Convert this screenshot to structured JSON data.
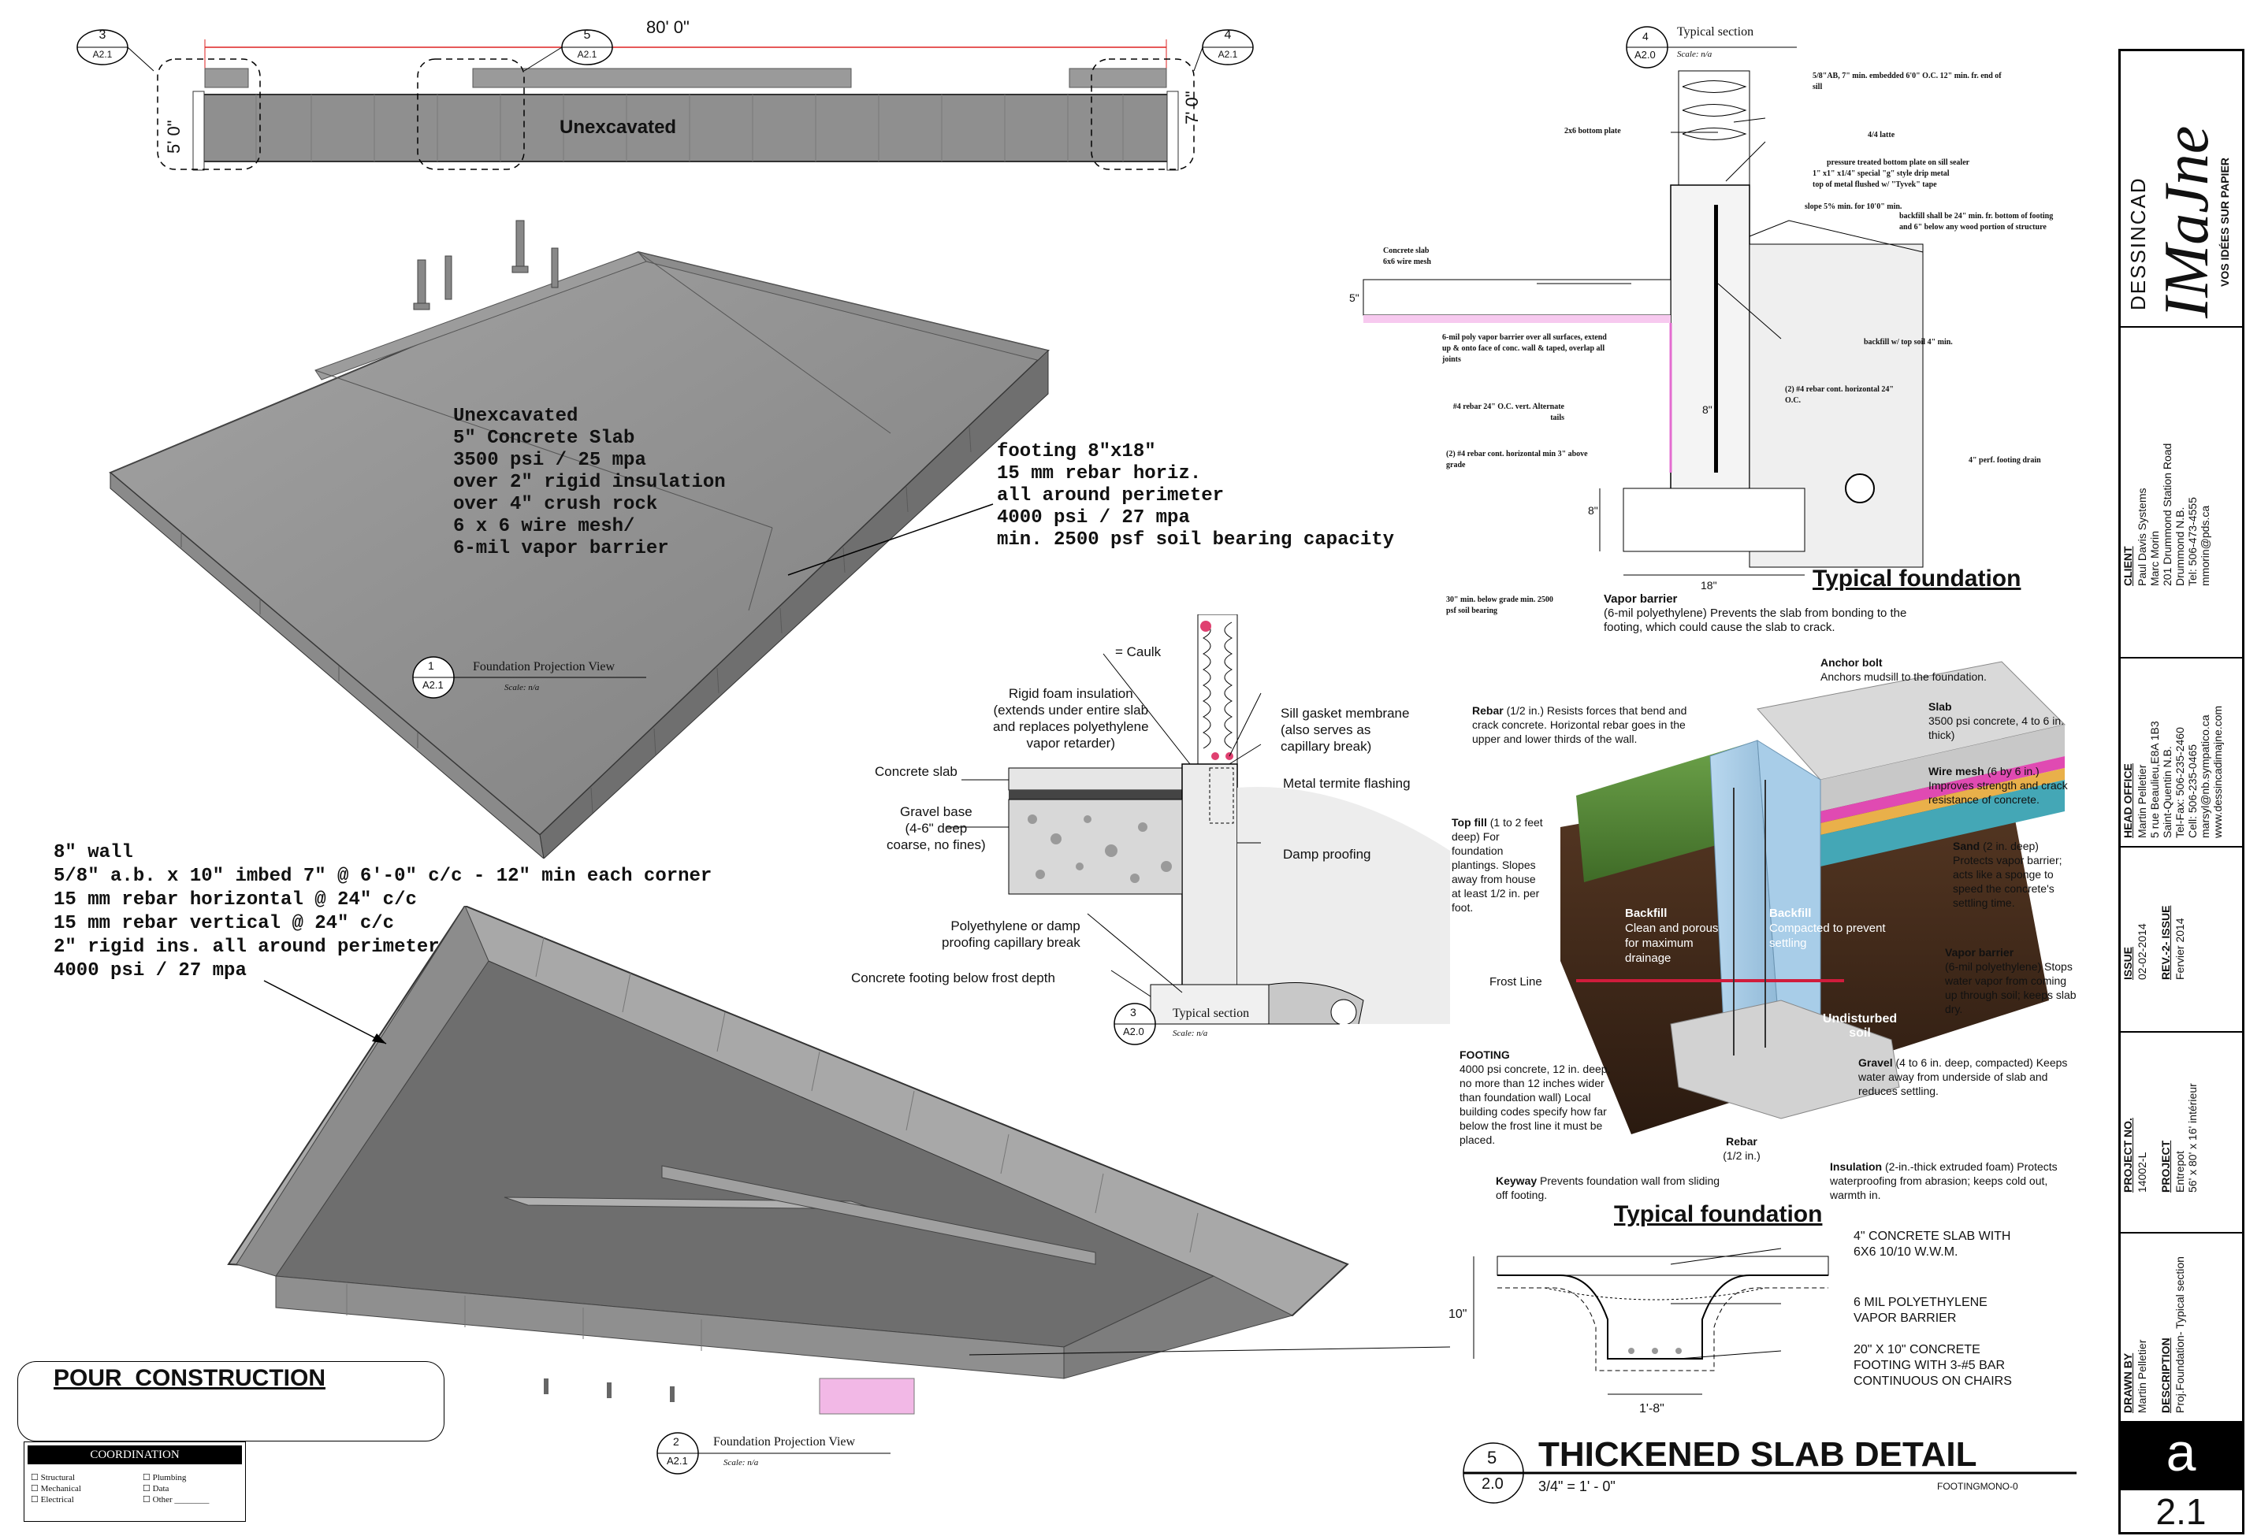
{
  "plan": {
    "title": "Unexcavated",
    "length": "80' 0\"",
    "depth_left": "5' 0\"",
    "depth_right": "7' 0\"",
    "callouts": [
      {
        "num": "3",
        "sheet": "A2.1"
      },
      {
        "num": "5",
        "sheet": "A2.1"
      },
      {
        "num": "4",
        "sheet": "A2.1"
      }
    ]
  },
  "slab_notes": [
    "Unexcavated",
    "5\" Concrete Slab",
    "3500 psi / 25 mpa",
    "over 2\" rigid insulation",
    "over 4\" crush rock",
    "6 x 6 wire mesh/",
    "6-mil vapor barrier"
  ],
  "footing_notes": [
    "footing 8\"x18\"",
    "15 mm rebar horiz.",
    "all around perimeter",
    "4000 psi / 27 mpa",
    "min. 2500 psf soil bearing capacity"
  ],
  "wall_notes": [
    "8\" wall",
    "5/8\" a.b. x 10\" imbed 7\" @ 6'-0\" c/c - 12\" min each corner",
    "15 mm rebar horizontal @ 24\" c/c",
    "15 mm rebar vertical @ 24\" c/c",
    "2\" rigid ins. all around perimeter",
    "4000 psi / 27 mpa"
  ],
  "views": {
    "view1": {
      "num": "1",
      "sheet": "A2.1",
      "title": "Foundation Projection View",
      "scale": "Scale: n/a"
    },
    "view2": {
      "num": "2",
      "sheet": "A2.1",
      "title": "Foundation Projection View",
      "scale": "Scale: n/a"
    },
    "view3": {
      "num": "3",
      "sheet": "A2.0",
      "title": "Typical section",
      "scale": "Scale: n/a"
    },
    "view4": {
      "num": "4",
      "sheet": "A2.0",
      "title": "Typical section",
      "scale": "Scale: n/a"
    },
    "view5": {
      "num": "5",
      "sheet": "2.0",
      "title": "THICKENED SLAB DETAIL",
      "scale": "3/4\" = 1' - 0\"",
      "code": "FOOTINGMONO-0"
    }
  },
  "pour": "POUR  CONSTRUCTION",
  "coordination": {
    "title": "COORDINATION",
    "items": [
      "Structural",
      "Plumbing",
      "Mechanical",
      "Data",
      "Electrical",
      "Other ________"
    ]
  },
  "section3_labels": {
    "caulk": "= Caulk",
    "rigid": [
      "Rigid foam insulation",
      "(extends under entire slab",
      "and replaces polyethylene",
      "vapor retarder)"
    ],
    "sill": [
      "Sill gasket membrane",
      "(also serves as",
      "capillary break)"
    ],
    "slab": "Concrete slab",
    "termite": "Metal termite flashing",
    "gravel": [
      "Gravel base",
      "(4-6\" deep",
      "coarse, no fines)"
    ],
    "damp": "Damp proofing",
    "poly": [
      "Polyethylene or damp",
      "proofing capillary break"
    ],
    "footing": "Concrete footing below frost depth"
  },
  "section4_labels": {
    "l1": "5/8\"AB, 7\" min. embedded 6'0\" O.C. 12\" min. fr. end of sill",
    "l2": "2x6 bottom plate",
    "l3": "4/4 latte",
    "l4": "pressure treated bottom plate on sill sealer",
    "l5": "1\" x1\" x1/4\" special \"g\" style drip metal",
    "l6": "top of metal flushed w/ \"Tyvek\" tape",
    "l7": "slope 5% min. for 10'0\" min.",
    "l8": "backfill shall be 24\" min. fr. bottom of footing and 6\" below any wood portion of structure",
    "l9": "Concrete slab",
    "l10": "6x6 wire mesh",
    "l11": "6-mil poly vapor barrier over all surfaces, extend up & onto face of conc. wall & taped, overlap all joints",
    "l12": "backfill w/ top soil 4\" min.",
    "l13": "#4 rebar 24\" O.C. vert. Alternate tails",
    "l14": "(2) #4 rebar cont. horizontal 24\" O.C.",
    "l15": "(2) #4 rebar cont. horizontal min 3\" above grade",
    "l16": "4\" perf. footing drain",
    "l17": "30\" min. below grade min. 2500 psf soil bearing",
    "dim_5": "5\"",
    "dim_8": "8\"",
    "dim_8b": "8\"",
    "dim_18": "18\"",
    "caption": "Typical foundation"
  },
  "illustration": {
    "vapor": {
      "title": "Vapor barrier",
      "text": "(6-mil polyethylene) Prevents the slab from bonding to the footing, which could cause the slab to crack."
    },
    "anchor": {
      "title": "Anchor bolt",
      "text": "Anchors mudsill to the foundation."
    },
    "rebar": {
      "title": "Rebar",
      "text": "(1/2 in.) Resists forces that bend and crack concrete. Horizontal rebar goes in the upper and lower thirds of the wall."
    },
    "slab": {
      "title": "Slab",
      "text": "3500 psi concrete, 4 to 6 in. thick)"
    },
    "mesh": {
      "title": "Wire mesh",
      "text": "(6 by 6 in.) Improves strength and crack resistance of concrete."
    },
    "topfill": {
      "title": "Top fill",
      "text": "(1 to 2 feet deep) For foundation plantings. Slopes away from house at least 1/2 in. per foot."
    },
    "sand": {
      "title": "Sand",
      "text": "(2 in. deep) Protects vapor barrier; acts like a sponge to speed the concrete's settling time."
    },
    "backfill1": {
      "title": "Backfill",
      "text": "Clean and porous for maximum drainage"
    },
    "backfill2": {
      "title": "Backfill",
      "text": "Compacted to prevent settling"
    },
    "frost": "Frost Line",
    "vapor2": {
      "title": "Vapor barrier",
      "text": "(6-mil polyethylene) Stops water vapor from coming up through soil; keeps slab dry."
    },
    "undisturbed": "Undisturbed soil",
    "footing": {
      "title": "FOOTING",
      "text": "4000 psi concrete, 12 in. deep, no more than 12 inches wider than foundation wall) Local building codes specify how far below the frost line it must be placed."
    },
    "gravel": {
      "title": "Gravel",
      "text": "(4 to 6 in. deep, compacted) Keeps water away from underside of slab and reduces settling."
    },
    "rebar2": {
      "title": "Rebar",
      "text": "(1/2 in.)"
    },
    "insulation": {
      "title": "Insulation",
      "text": "(2-in.-thick extruded foam) Protects waterproofing from abrasion; keeps cold out, warmth in."
    },
    "keyway": {
      "title": "Keyway",
      "text": "Prevents foundation wall from sliding off footing."
    },
    "caption": "Typical foundation"
  },
  "thickened": {
    "l1": "4\" CONCRETE SLAB WITH",
    "l2": "6X6 10/10 W.W.M.",
    "l3": "6 MIL POLYETHYLENE",
    "l4": "VAPOR BARRIER",
    "l5": "20\" X 10\" CONCRETE",
    "l6": "FOOTING WITH 3-#5 BAR",
    "l7": "CONTINUOUS ON CHAIRS",
    "dim_h": "10\"",
    "dim_w": "1'-8\""
  },
  "title_block": {
    "company_line": "DESSINCAD",
    "brand": "IMaJne",
    "tagline": "VOS IDÉES SUR PAPIER",
    "client_h": "CLIENT",
    "client": [
      "Paul Davis Systems",
      "Marc Morin",
      "201 Drummond Station Road",
      "Drummond N.B.",
      "Tel: 506-473-4555",
      "mmorin@pds.ca"
    ],
    "office_h": "HEAD OFFICE",
    "office": [
      "Martin Pelletier",
      "5 rue Beaulieu,E8A 1B3",
      "Saint-Quentin N.B.",
      "Tel-Fax: 506-235-2460",
      "Cell: 506-235-0465",
      "marsyl@nb.sympatico.ca",
      "www.dessincadimajne.com"
    ],
    "issue_h": "ISSUE",
    "issue": "02-02-2014",
    "rev_h": "REV.-2- ISSUE",
    "rev": "Fervier 2014",
    "projno_h": "PROJECT NO.",
    "projno": "14002-L",
    "project_h": "PROJECT",
    "project": [
      "Entrepot",
      "56' x 80' x 16' intérieur"
    ],
    "drawn_h": "DRAWN BY",
    "drawn": "Martin Pelletier",
    "desc_h": "DESCRIPTION",
    "desc": "Proj.Foundation- Typical section",
    "sheet_letter": "a",
    "sheet_no": "2.1"
  }
}
